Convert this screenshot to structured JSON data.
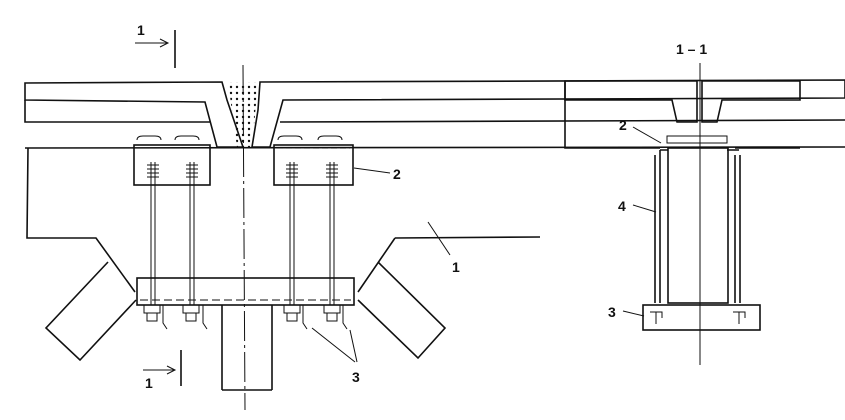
{
  "main_view": {
    "section_mark_top": "1",
    "section_mark_bottom": "1",
    "label_clamp": "2",
    "label_beam": "1",
    "label_nuts": "3"
  },
  "section_view": {
    "title": "1 – 1",
    "label_clamp": "2",
    "label_side_plate": "4",
    "label_base_plate": "3"
  }
}
